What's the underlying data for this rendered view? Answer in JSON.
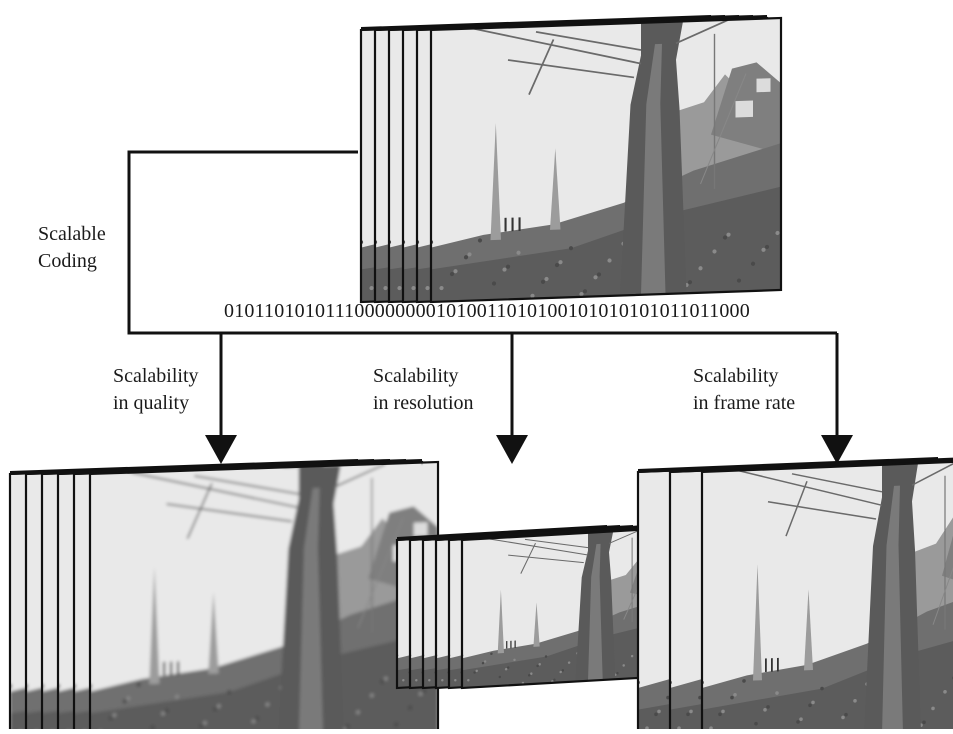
{
  "diagram": {
    "source_label": [
      "Scalable",
      "Coding"
    ],
    "bitstream": "0101101010111000000001010011010100101010101011011000",
    "branches": [
      {
        "label": [
          "Scalability",
          "in quality"
        ]
      },
      {
        "label": [
          "Scalability",
          "in resolution"
        ]
      },
      {
        "label": [
          "Scalability",
          "in frame rate"
        ]
      }
    ],
    "frames": {
      "source_count": 6,
      "quality_count": 6,
      "resolution_count": 6,
      "frame_rate_count": 3,
      "quality_blur": 1.6
    },
    "colors": {
      "line": "#111111",
      "sky": "#e9e9e9",
      "ground": "#6f6f6f",
      "trunk": "#5a5a5a"
    }
  }
}
